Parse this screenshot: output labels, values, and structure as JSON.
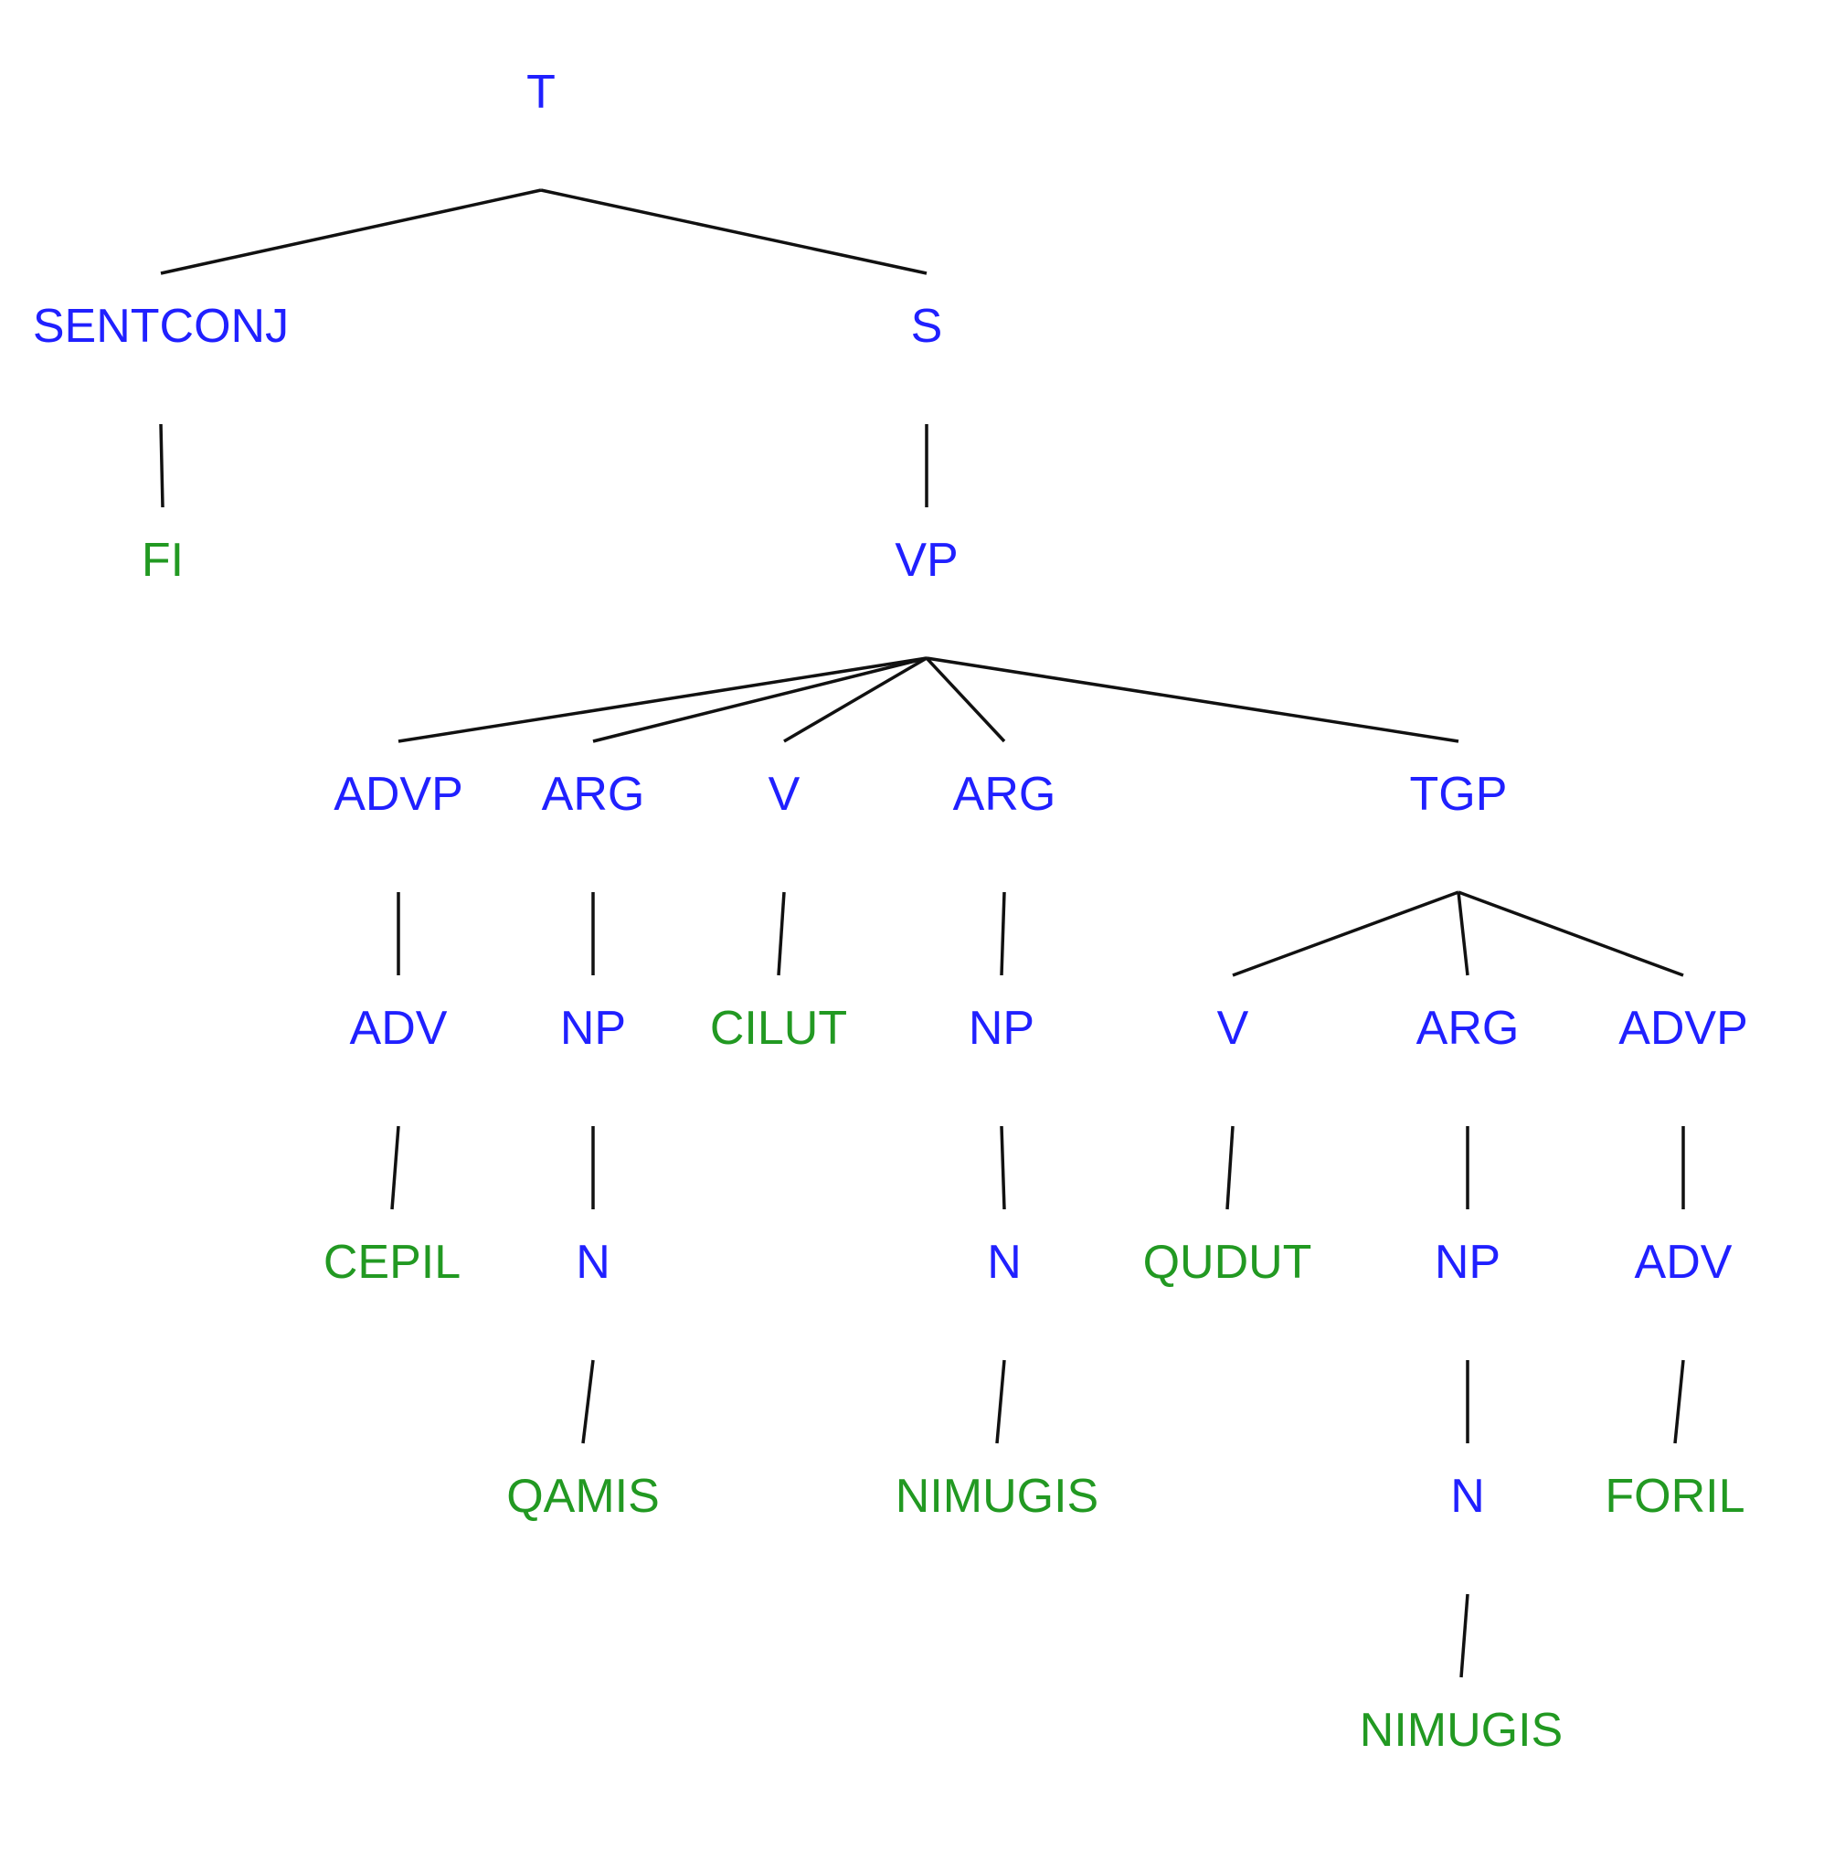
{
  "colors": {
    "category": "#2020ff",
    "word": "#229922",
    "edge": "#111111"
  },
  "tree": {
    "label": "T",
    "type": "category",
    "children": [
      {
        "label": "SENTCONJ",
        "type": "category",
        "children": [
          {
            "label": "FI",
            "type": "word",
            "children": []
          }
        ]
      },
      {
        "label": "S",
        "type": "category",
        "children": [
          {
            "label": "VP",
            "type": "category",
            "children": [
              {
                "label": "ADVP",
                "type": "category",
                "children": [
                  {
                    "label": "ADV",
                    "type": "category",
                    "children": [
                      {
                        "label": "CEPIL",
                        "type": "word",
                        "children": []
                      }
                    ]
                  }
                ]
              },
              {
                "label": "ARG",
                "type": "category",
                "children": [
                  {
                    "label": "NP",
                    "type": "category",
                    "children": [
                      {
                        "label": "N",
                        "type": "category",
                        "children": [
                          {
                            "label": "QAMIS",
                            "type": "word",
                            "children": []
                          }
                        ]
                      }
                    ]
                  }
                ]
              },
              {
                "label": "V",
                "type": "category",
                "children": [
                  {
                    "label": "CILUT",
                    "type": "word",
                    "children": []
                  }
                ]
              },
              {
                "label": "ARG",
                "type": "category",
                "children": [
                  {
                    "label": "NP",
                    "type": "category",
                    "children": [
                      {
                        "label": "N",
                        "type": "category",
                        "children": [
                          {
                            "label": "NIMUGIS",
                            "type": "word",
                            "children": []
                          }
                        ]
                      }
                    ]
                  }
                ]
              },
              {
                "label": "TGP",
                "type": "category",
                "children": [
                  {
                    "label": "V",
                    "type": "category",
                    "children": [
                      {
                        "label": "QUDUT",
                        "type": "word",
                        "children": []
                      }
                    ]
                  },
                  {
                    "label": "ARG",
                    "type": "category",
                    "children": [
                      {
                        "label": "NP",
                        "type": "category",
                        "children": [
                          {
                            "label": "N",
                            "type": "category",
                            "children": [
                              {
                                "label": "NIMUGIS",
                                "type": "word",
                                "children": []
                              }
                            ]
                          }
                        ]
                      }
                    ]
                  },
                  {
                    "label": "ADVP",
                    "type": "category",
                    "children": [
                      {
                        "label": "ADV",
                        "type": "category",
                        "children": [
                          {
                            "label": "FORIL",
                            "type": "word",
                            "children": []
                          }
                        ]
                      }
                    ]
                  }
                ]
              }
            ]
          }
        ]
      }
    ]
  }
}
